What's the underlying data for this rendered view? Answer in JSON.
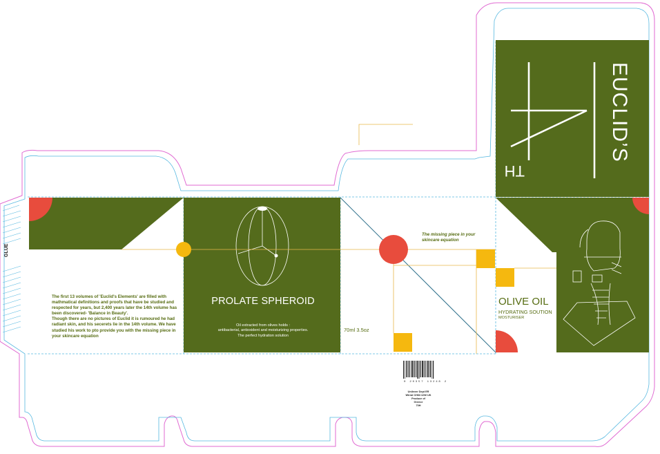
{
  "colors": {
    "olive": "#546b1c",
    "red": "#e84c3d",
    "yellow": "#f5b80f",
    "cut_line": "#e06ad2",
    "fold_line": "#56b8e0",
    "crease_line": "#e9b84a"
  },
  "brand": {
    "logo_text": "EUCLID'S 14TH"
  },
  "glue_flap": {
    "label": "GLUE"
  },
  "back_panel": {
    "story": [
      "The first 13 volumes of 'Euclid's Elements' are filled with mathmatical definitions and proofs that have be studied and respected for years, but 2,400 years later the 14th volume has",
      "been discovered- 'Balance in Beauty'.",
      "Though there are no pictures of Euclid it is rumoured he had radiant skin, and his secerets lie in the 14th volume. We have studied his work to pto provide you with the missing piece in your skincare equation"
    ]
  },
  "front_panel": {
    "title": "PROLATE SPHEROID",
    "description_line1": "Oil extracted from olives holds :",
    "description_line2": "antibacterial, antioxident and moisturizing properties.",
    "description_line3": "The  perfect hydration solution"
  },
  "side_panel": {
    "tagline_line1": "The missing piece in your",
    "tagline_line2": "skincare equation",
    "volume": "70ml 3.5oz"
  },
  "product_panel": {
    "name": "OLIVE OIL",
    "subtitle": "HYDRATING SOUTION",
    "type": "MOSTURISER"
  },
  "bottom_flap": {
    "barcode_number": "0  20357  13248  2",
    "address_lines": [
      "Unilever Dept ER",
      "Wirral CH63 3JW UK",
      "Produce of",
      "Greece",
      "70H"
    ]
  }
}
